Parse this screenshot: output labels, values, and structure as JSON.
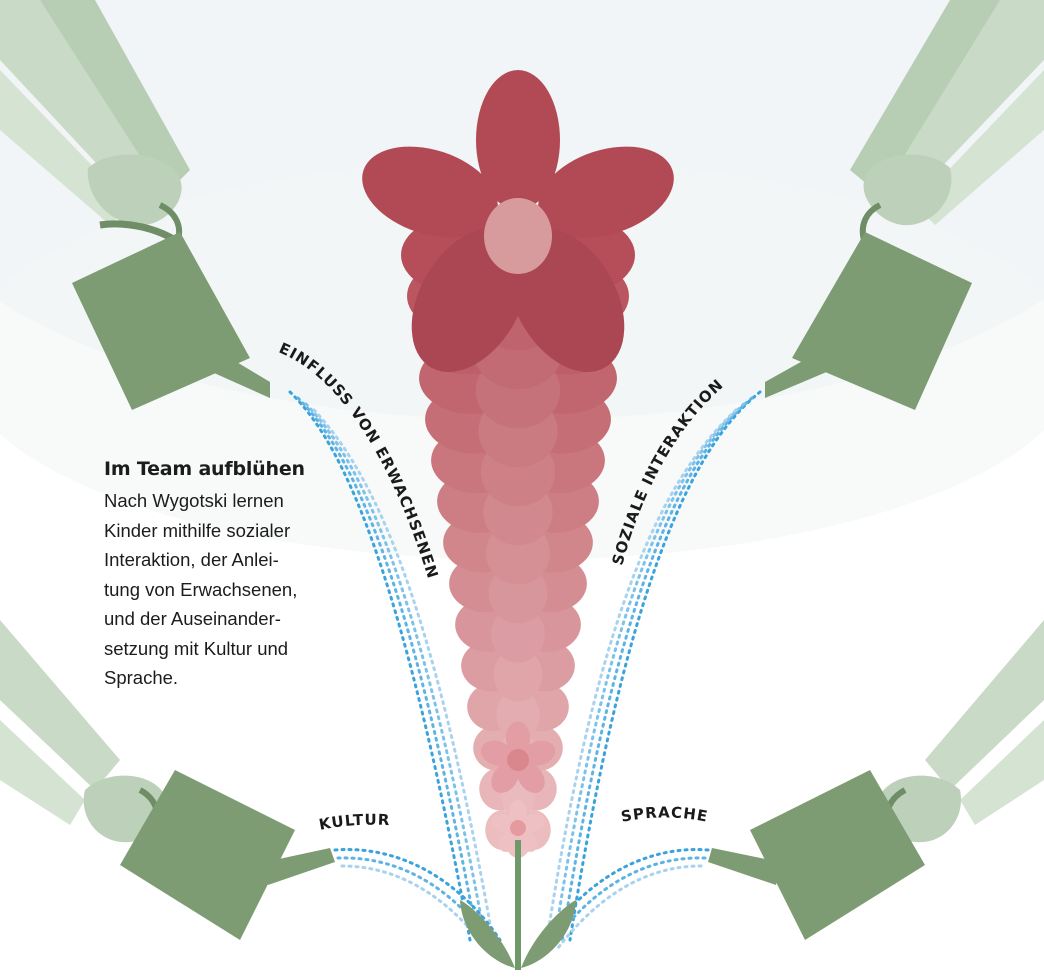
{
  "caption": {
    "title": "Im Team aufblühen",
    "lines": [
      "Nach Wygotski lernen",
      "Kinder mithilfe sozialer",
      "Interaktion, der Anlei-",
      "tung von Erwachsenen,",
      "und der Auseinander-",
      "setzung mit Kultur und",
      "Sprache."
    ]
  },
  "labels": {
    "adults": "EINFLUSS VON ERWACHSENEN",
    "social": "SOZIALE INTERAKTION",
    "culture": "KULTUR",
    "language": "SPRACHE"
  },
  "icons": [
    "watering-can-icon",
    "hand-icon",
    "flower-icon",
    "leaf-icon"
  ],
  "colors": {
    "flower_dark": "#b24a55",
    "flower_light": "#e9b3b6",
    "flower_center": "#d89b9d",
    "can_green": "#7e9c73",
    "hand_green": "#bfd3bd",
    "water_blue": "#3aa3dc",
    "water_light": "#a9d2ee",
    "stem_green": "#6f9968"
  }
}
